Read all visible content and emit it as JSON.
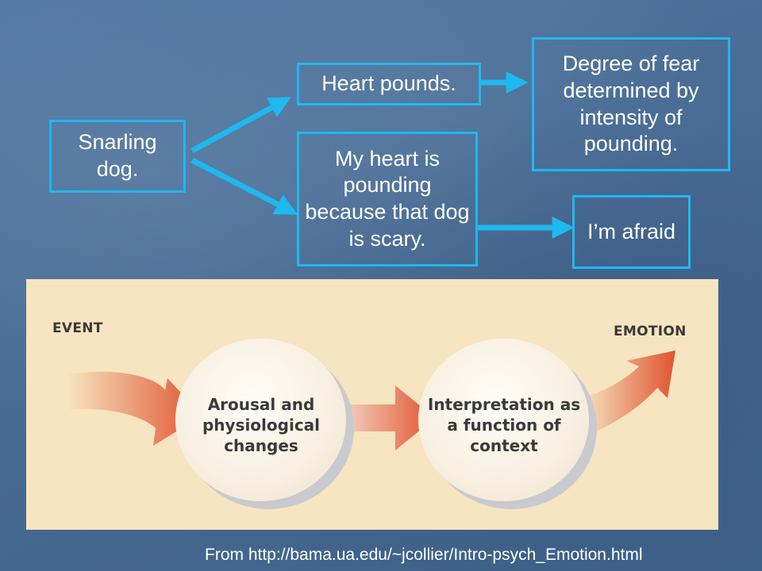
{
  "boxes": {
    "snarling": "Snarling dog.",
    "heart_pounds": "Heart pounds.",
    "degree_fear": "Degree of fear determined by intensity of pounding.",
    "my_heart": "My heart is pounding because that dog is scary.",
    "afraid": "I’m afraid"
  },
  "panel": {
    "event_label": "EVENT",
    "emotion_label": "EMOTION",
    "arousal": "Arousal and physiological changes",
    "interpretation": "Interpretation as a function of context"
  },
  "footer": "From http://bama.ua.edu/~jcollier/Intro-psych_Emotion.html",
  "colors": {
    "box_border": "#1fb8ef",
    "arrow": "#1fb8ef",
    "panel_bg": "#f7e4c0",
    "flow_arrow": "#e15a3a"
  }
}
